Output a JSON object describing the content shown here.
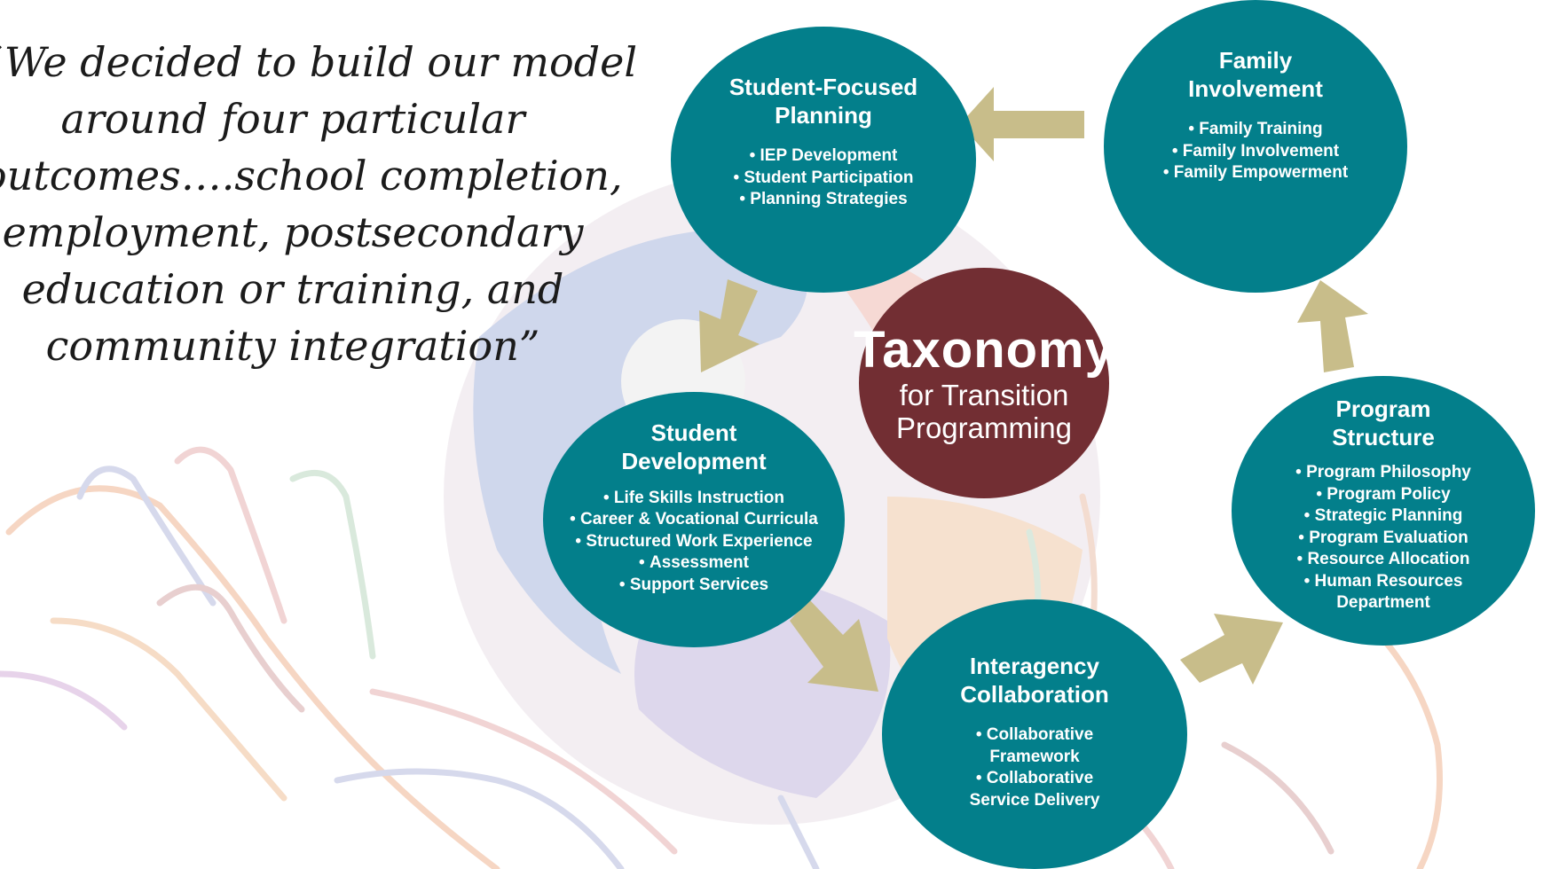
{
  "quote": {
    "lines": [
      "“We decided to build our model",
      "around four particular",
      "outcomes….school completion,",
      "employment, postsecondary",
      "education or training, and",
      "community integration”"
    ]
  },
  "center": {
    "title": "Taxonomy",
    "subtitle_line1": "for Transition",
    "subtitle_line2": "Programming",
    "color": "#722e33"
  },
  "node_color": "#037f8b",
  "arrow_color": "#c8bd8a",
  "nodes": {
    "student_focused_planning": {
      "title_line1": "Student-Focused",
      "title_line2": "Planning",
      "items": [
        "IEP Development",
        "Student Participation",
        "Planning Strategies"
      ]
    },
    "family_involvement": {
      "title_line1": "Family",
      "title_line2": "Involvement",
      "items": [
        "Family Training",
        "Family Involvement",
        "Family Empowerment"
      ]
    },
    "student_development": {
      "title_line1": "Student",
      "title_line2": "Development",
      "items": [
        "Life Skills Instruction",
        "Career & Vocational Curricula",
        "Structured Work Experience",
        "Assessment",
        "Support Services"
      ]
    },
    "program_structure": {
      "title_line1": "Program",
      "title_line2": "Structure",
      "items": [
        "Program Philosophy",
        "Program Policy",
        "Strategic Planning",
        "Program Evaluation",
        "Resource Allocation",
        "Human Resources",
        "Department"
      ]
    },
    "interagency_collaboration": {
      "title_line1": "Interagency",
      "title_line2": "Collaboration",
      "items": [
        "Collaborative",
        "Framework",
        "Collaborative",
        "Service Delivery"
      ]
    }
  }
}
